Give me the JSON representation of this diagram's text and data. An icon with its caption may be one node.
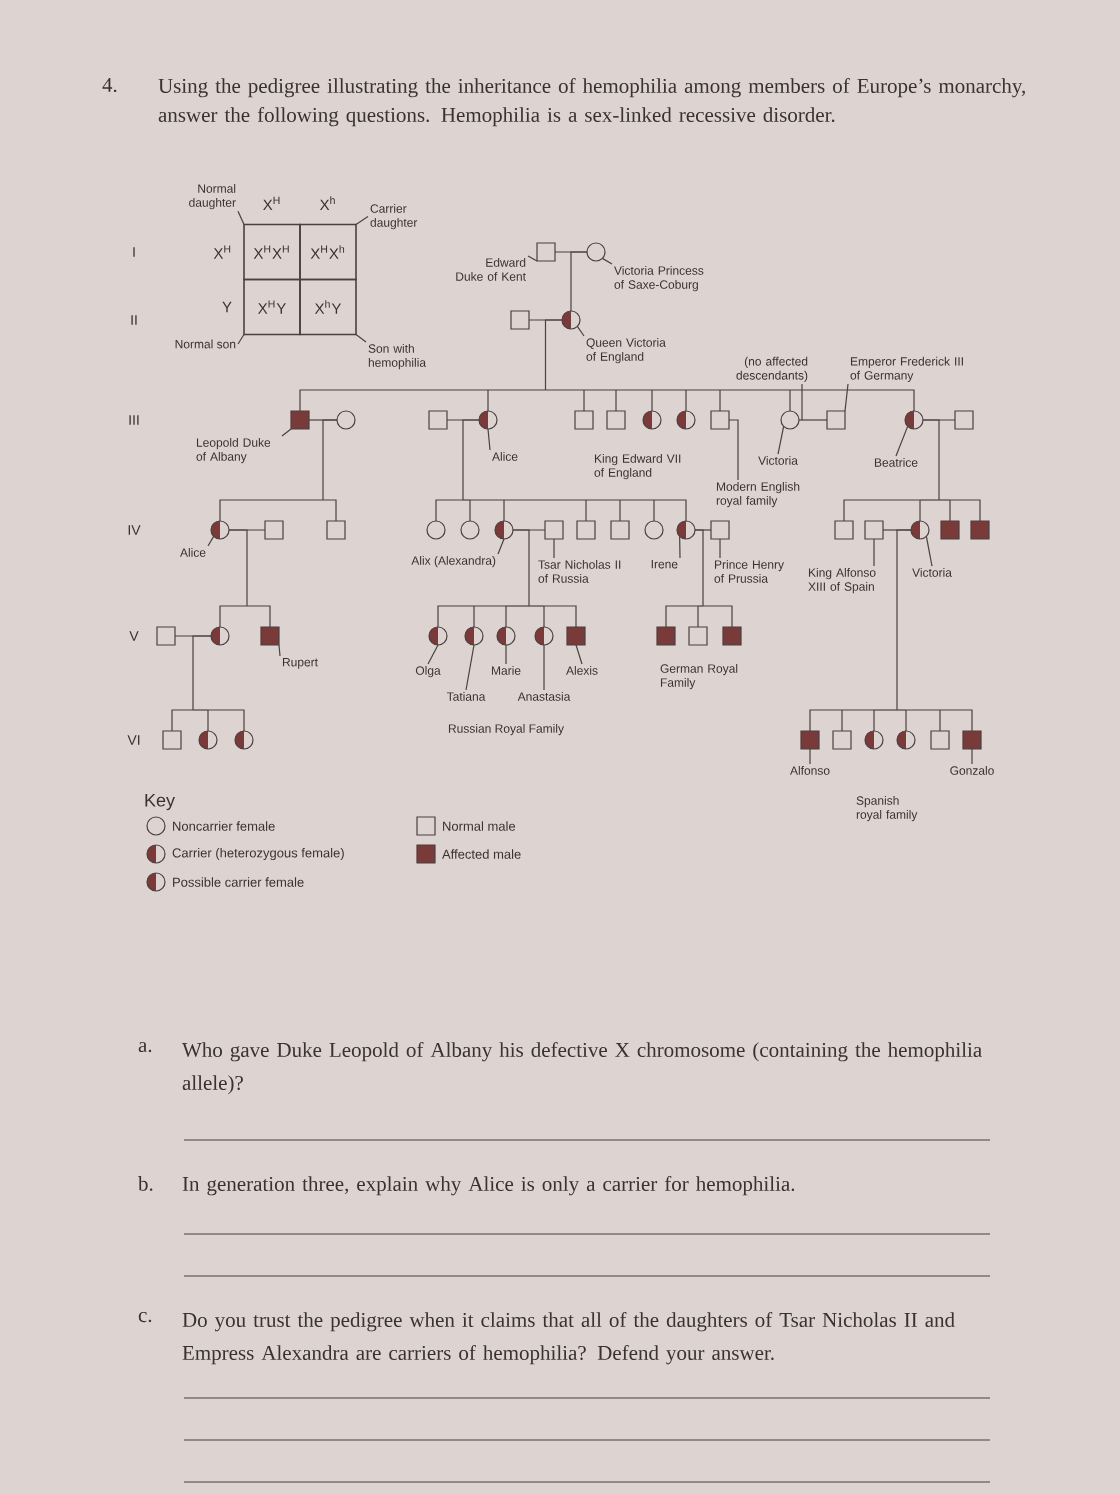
{
  "diagram": {
    "title": "Using the pedigree illustrating the inheritance of hemophilia among members of Europe’s monarchy, answer the following questions. Hemophilia is a sex-linked recessive disorder.",
    "nodes": [
      {
        "text": [
          "Normal daughter"
        ]
      },
      {
        "text": [
          "Carrier daughter"
        ]
      },
      {
        "text": [
          "X$^{H}$X$^{H}$"
        ]
      },
      {
        "text": [
          "X$^{H}$X$^{h}$"
        ]
      },
      {
        "text": [
          "X$^{H}$Y"
        ]
      },
      {
        "text": [
          "X$^{h}$Y"
        ]
      },
      {
        "text": [
          "Normal son"
        ]
      },
      {
        "text": [
          "Son with hemophilia"
        ]
      },
      {
        "text": [],
        "shape": "box"
      },
      {
        "text": [],
        "shape": "circle"
      },
      {
        "text": [
          "Edward Duke of Kent"
        ]
      },
      {
        "text": [
          "Victoria Princess of Saxe-Coburg"
        ]
      },
      {
        "text": [],
        "shape": "box"
      },
      {
        "text": [],
        "shape": "circle"
      },
      {
        "text": [
          "Queen Victoria of England"
        ]
      },
      {
        "text": [
          "(no affected descendants)"
        ]
      },
      {
        "text": [
          "Emperor Frederick III of Germany"
        ]
      },
      {
        "text": [],
        "shape": "box"
      },
      {
        "text": [],
        "shape": "circle"
      },
      {
        "text": [],
        "shape": "box"
      },
      {
        "text": [],
        "shape": "circle"
      },
      {
        "text": [],
        "shape": "box"
      },
      {
        "text": [],
        "shape": "box",
        "beside": [
          "King Edward VII of England"
        ]
      },
      {
        "text": [],
        "shape": "circle"
      },
      {
        "text": [],
        "shape": "circle"
      },
      {
        "text": [],
        "shape": "box"
      },
      {
        "text": [],
        "shape": "circle"
      },
      {
        "text": [],
        "shape": "box"
      },
      {
        "text": [],
        "shape": "circle"
      },
      {
        "text": [],
        "shape": "box"
      },
      {
        "text": [
          "Leopold Duke of Albany"
        ]
      },
      {
        "text": [
          "Alice"
        ]
      },
      {
        "text": [
          "Victoria"
        ]
      },
      {
        "text": [
          "Beatrice"
        ]
      },
      {
        "text": [
          "Modern English royal family"
        ]
      },
      {
        "text": [],
        "shape": "circle"
      },
      {
        "text": [],
        "shape": "box"
      },
      {
        "text": [],
        "shape": "box"
      },
      {
        "text": [],
        "shape": "circle"
      },
      {
        "text": [],
        "shape": "circle"
      },
      {
        "text": [],
        "shape": "circle"
      },
      {
        "text": [],
        "shape": "box"
      },
      {
        "text": [],
        "shape": "box"
      },
      {
        "text": [],
        "shape": "box"
      },
      {
        "text": [],
        "shape": "circle"
      },
      {
        "text": [],
        "shape": "circle"
      },
      {
        "text": [],
        "shape": "box"
      },
      {
        "text": [],
        "shape": "box"
      },
      {
        "text": [],
        "shape": "box"
      },
      {
        "text": [],
        "shape": "circle"
      },
      {
        "text": [],
        "shape": "box"
      },
      {
        "text": [],
        "shape": "box"
      },
      {
        "text": [
          "Alice"
        ]
      },
      {
        "text": [
          "Alix (Alexandra)"
        ]
      },
      {
        "text": [
          "Tsar Nicholas II of Russia"
        ]
      },
      {
        "text": [
          "Irene"
        ]
      },
      {
        "text": [
          "Prince Henry of Prussia"
        ]
      },
      {
        "text": [
          "Victoria"
        ]
      },
      {
        "text": [],
        "shape": "box"
      },
      {
        "text": [],
        "shape": "circle"
      },
      {
        "text": [],
        "shape": "box"
      },
      {
        "text": [],
        "shape": "circle"
      },
      {
        "text": [],
        "shape": "circle"
      },
      {
        "text": [],
        "shape": "circle"
      },
      {
        "text": [],
        "shape": "circle"
      },
      {
        "text": [],
        "shape": "box"
      },
      {
        "text": [],
        "shape": "box"
      },
      {
        "text": [],
        "shape": "box"
      },
      {
        "text": [],
        "shape": "box"
      },
      {
        "text": [
          "Rupert"
        ]
      },
      {
        "text": [
          "Olga"
        ]
      },
      {
        "text": [
          "Marie"
        ]
      },
      {
        "text": [
          "Alexis"
        ]
      },
      {
        "text": [
          "Tatiana"
        ]
      },
      {
        "text": [
          "Anastasia"
        ]
      },
      {
        "text": [],
        "shape": "box"
      },
      {
        "text": [],
        "shape": "circle"
      },
      {
        "text": [],
        "shape": "circle"
      },
      {
        "text": [],
        "shape": "box"
      },
      {
        "text": [],
        "shape": "box"
      },
      {
        "text": [],
        "shape": "circle"
      },
      {
        "text": [],
        "shape": "circle"
      },
      {
        "text": [],
        "shape": "box"
      },
      {
        "text": [],
        "shape": "box"
      },
      {
        "text": [
          "Alfonso"
        ]
      },
      {
        "text": [
          "Gonzalo"
        ]
      },
      {
        "text": [
          "King Alfonso XIII of Spain"
        ]
      }
    ],
    "edges": [
      {
        "from": 0,
        "to": 2,
        "arrow": "none"
      },
      {
        "from": 1,
        "to": 3,
        "arrow": "none"
      },
      {
        "from": 6,
        "to": 4,
        "arrow": "none"
      },
      {
        "from": 7,
        "to": 5,
        "arrow": "none"
      },
      {
        "from": 10,
        "to": 8,
        "arrow": "none"
      },
      {
        "from": 11,
        "to": 9,
        "arrow": "none"
      },
      {
        "from": 8,
        "to": 9,
        "arrow": "none"
      },
      {
        "from": 9,
        "to": 13,
        "arrow": "none"
      },
      {
        "from": 14,
        "to": 13,
        "arrow": "none"
      },
      {
        "from": 12,
        "to": 13,
        "arrow": "none"
      },
      {
        "from": 13,
        "to": 17,
        "arrow": "none"
      },
      {
        "from": 13,
        "to": 20,
        "arrow": "none"
      },
      {
        "from": 13,
        "to": 21,
        "arrow": "none"
      },
      {
        "from": 13,
        "to": 22,
        "arrow": "none"
      },
      {
        "from": 13,
        "to": 23,
        "arrow": "none"
      },
      {
        "from": 13,
        "to": 24,
        "arrow": "none"
      },
      {
        "from": 13,
        "to": 25,
        "arrow": "none"
      },
      {
        "from": 13,
        "to": 26,
        "arrow": "none"
      },
      {
        "from": 13,
        "to": 28,
        "arrow": "none"
      },
      {
        "from": 15,
        "to": 26,
        "arrow": "none"
      },
      {
        "from": 16,
        "to": 27,
        "arrow": "none"
      },
      {
        "from": 17,
        "to": 18,
        "arrow": "none"
      },
      {
        "from": 19,
        "to": 20,
        "arrow": "none"
      },
      {
        "from": 26,
        "to": 27,
        "arrow": "none"
      },
      {
        "from": 28,
        "to": 29,
        "arrow": "none"
      },
      {
        "from": 30,
        "to": 17,
        "arrow": "none"
      },
      {
        "from": 31,
        "to": 20,
        "arrow": "none"
      },
      {
        "from": 32,
        "to": 26,
        "arrow": "none"
      },
      {
        "from": 33,
        "to": 28,
        "arrow": "none"
      },
      {
        "from": 34,
        "to": 25,
        "arrow": "none"
      },
      {
        "from": 18,
        "to": 35,
        "arrow": "none"
      },
      {
        "from": 18,
        "to": 37,
        "arrow": "none"
      },
      {
        "from": 20,
        "to": 38,
        "arrow": "none"
      },
      {
        "from": 20,
        "to": 39,
        "arrow": "none"
      },
      {
        "from": 20,
        "to": 40,
        "arrow": "none"
      },
      {
        "from": 20,
        "to": 42,
        "arrow": "none"
      },
      {
        "from": 20,
        "to": 43,
        "arrow": "none"
      },
      {
        "from": 20,
        "to": 44,
        "arrow": "none"
      },
      {
        "from": 20,
        "to": 45,
        "arrow": "none"
      },
      {
        "from": 28,
        "to": 47,
        "arrow": "none"
      },
      {
        "from": 28,
        "to": 49,
        "arrow": "none"
      },
      {
        "from": 28,
        "to": 50,
        "arrow": "none"
      },
      {
        "from": 28,
        "to": 51,
        "arrow": "none"
      },
      {
        "from": 35,
        "to": 36,
        "arrow": "none"
      },
      {
        "from": 40,
        "to": 41,
        "arrow": "none"
      },
      {
        "from": 45,
        "to": 46,
        "arrow": "none"
      },
      {
        "from": 48,
        "to": 49,
        "arrow": "none"
      },
      {
        "from": 52,
        "to": 35,
        "arrow": "none"
      },
      {
        "from": 53,
        "to": 40,
        "arrow": "none"
      },
      {
        "from": 54,
        "to": 41,
        "arrow": "none"
      },
      {
        "from": 55,
        "to": 45,
        "arrow": "none"
      },
      {
        "from": 56,
        "to": 46,
        "arrow": "none"
      },
      {
        "from": 57,
        "to": 49,
        "arrow": "none"
      },
      {
        "from": 35,
        "to": 59,
        "arrow": "none"
      },
      {
        "from": 35,
        "to": 60,
        "arrow": "none"
      },
      {
        "from": 40,
        "to": 61,
        "arrow": "none"
      },
      {
        "from": 40,
        "to": 62,
        "arrow": "none"
      },
      {
        "from": 40,
        "to": 63,
        "arrow": "none"
      },
      {
        "from": 40,
        "to": 64,
        "arrow": "none"
      },
      {
        "from": 40,
        "to": 65,
        "arrow": "none"
      },
      {
        "from": 45,
        "to": 66,
        "arrow": "none"
      },
      {
        "from": 45,
        "to": 67,
        "arrow": "none"
      },
      {
        "from": 45,
        "to": 68,
        "arrow": "none"
      },
      {
        "from": 49,
        "to": 78,
        "arrow": "none"
      },
      {
        "from": 49,
        "to": 79,
        "arrow": "none"
      },
      {
        "from": 49,
        "to": 80,
        "arrow": "none"
      },
      {
        "from": 49,
        "to": 81,
        "arrow": "none"
      },
      {
        "from": 49,
        "to": 82,
        "arrow": "none"
      },
      {
        "from": 49,
        "to": 83,
        "arrow": "none"
      },
      {
        "from": 58,
        "to": 59,
        "arrow": "none"
      },
      {
        "from": 69,
        "to": 60,
        "arrow": "none"
      },
      {
        "from": 70,
        "to": 61,
        "arrow": "none"
      },
      {
        "from": 73,
        "to": 62,
        "arrow": "none"
      },
      {
        "from": 71,
        "to": 63,
        "arrow": "none"
      },
      {
        "from": 74,
        "to": 64,
        "arrow": "none"
      },
      {
        "from": 72,
        "to": 65,
        "arrow": "none"
      },
      {
        "from": 59,
        "to": 75,
        "arrow": "none"
      },
      {
        "from": 59,
        "to": 76,
        "arrow": "none"
      },
      {
        "from": 59,
        "to": 77,
        "arrow": "none"
      },
      {
        "from": 84,
        "to": 78,
        "arrow": "none"
      },
      {
        "from": 85,
        "to": 83,
        "arrow": "none"
      },
      {
        "from": 86,
        "to": 48,
        "arrow": "none"
      }
    ],
    "labels": [
      "4.",
      "X$^{H}$",
      "X$^{h}$",
      "I",
      "X$^{H}$",
      "Y",
      "II",
      "III",
      "IV",
      "V",
      "German Royal Family",
      "VI",
      "Russian Royal Family",
      "Spanish royal family",
      "Key",
      "a.",
      "Who gave Duke Leopold of Albany his defective X chromosome (containing the hemophilia allele)?",
      "b.",
      "In generation three, explain why Alice is only a carrier for hemophilia.",
      "c.",
      "Do you trust the pedigree when it claims that all of the daughters of Tsar Nicholas II and Empress Alexandra are carriers of hemophilia? Defend your answer."
    ],
    "legend": [
      {
        "text": "Noncarrier female"
      },
      {
        "text": "Carrier (heterozygous female)"
      },
      {
        "text": "Possible carrier female"
      },
      {
        "text": "Normal male"
      },
      {
        "text": "Affected male"
      }
    ]
  }
}
